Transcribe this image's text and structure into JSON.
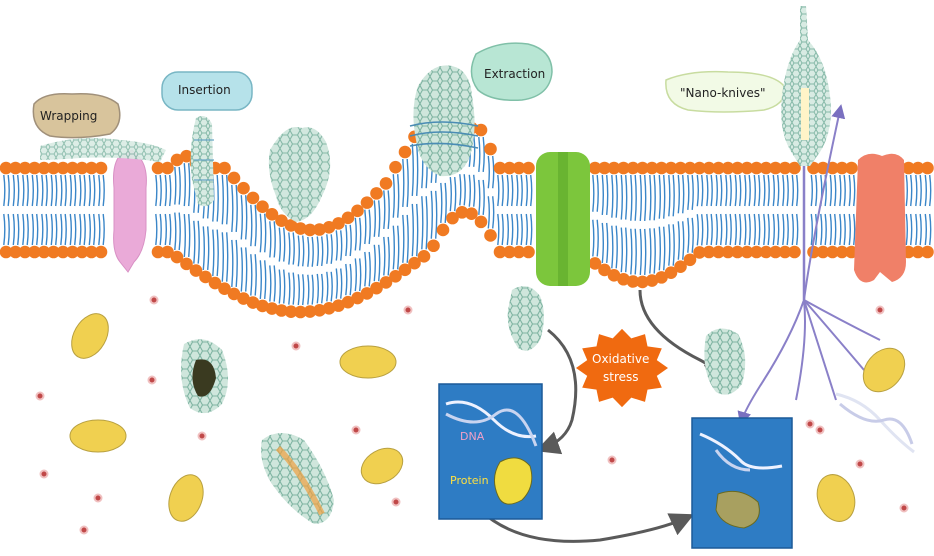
{
  "labels": {
    "wrapping": "Wrapping",
    "insertion": "Insertion",
    "extraction": "Extraction",
    "nano_knives": "\"Nano-knives\"",
    "oxidative_stress_line1": "Oxidative",
    "oxidative_stress_line2": "stress",
    "dna": "DNA",
    "protein": "Protein"
  },
  "colors": {
    "lipid_head": "#f07a22",
    "lipid_tail": "#3a86c8",
    "protein_pink": "#e8a8d8",
    "protein_green": "#7cc63c",
    "protein_salmon": "#f08068",
    "graphene": "#9cc8b8",
    "box_blue": "#2e7cc4",
    "stress_orange": "#f06a10",
    "yellow_protein": "#f0d050",
    "dna_light": "#dde4f4",
    "purple_fiber": "#8a80c8"
  },
  "icons": [
    "graphene-sheet-icon",
    "dna-helix-icon",
    "protein-blob-icon",
    "nano-knife-icon",
    "membrane-protein-icon",
    "arrow-icon"
  ]
}
